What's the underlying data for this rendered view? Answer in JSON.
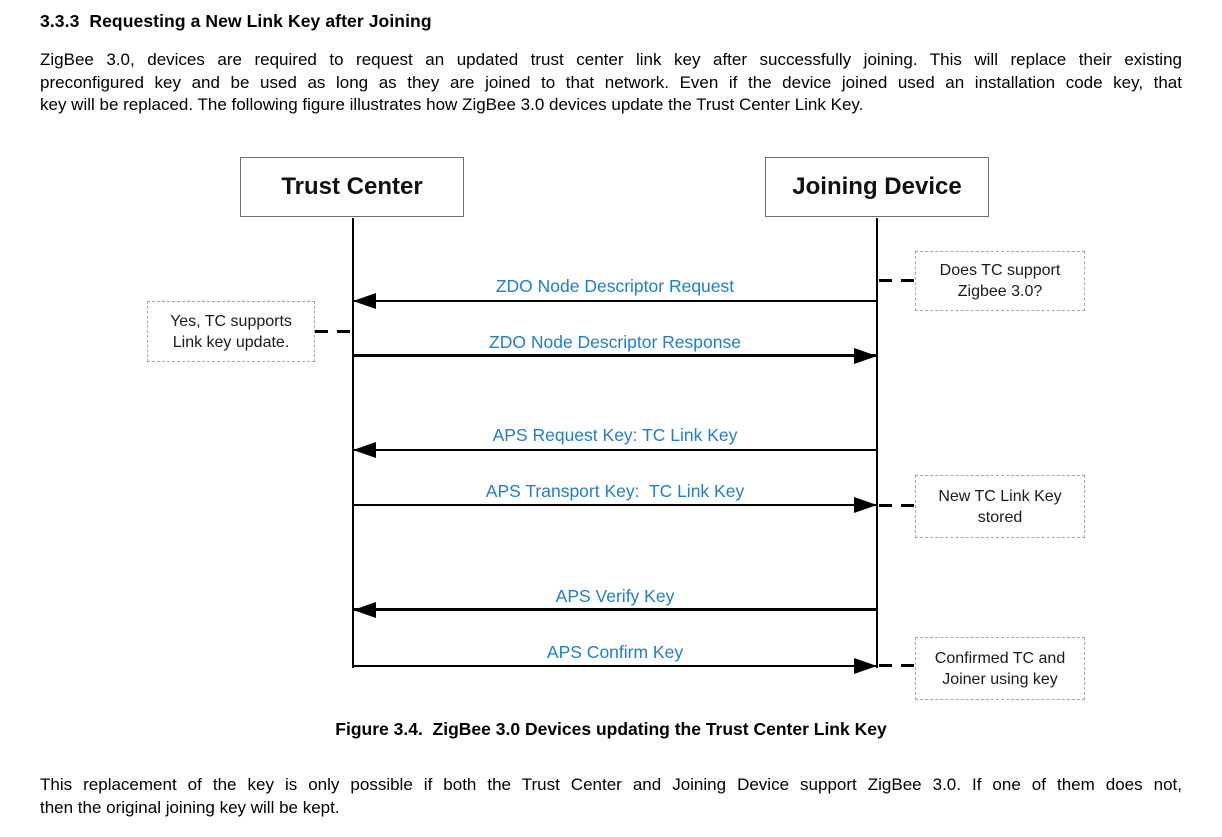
{
  "section": {
    "heading": "3.3.3  Requesting a New Link Key after Joining",
    "paragraph1_lines": [
      "ZigBee 3.0, devices are required to request an updated trust center link key after successfully joining. This will replace their existing",
      "preconfigured key and be used as long as they are joined to that network. Even if the device joined used an installation code key, that",
      "key will be replaced. The following figure illustrates how ZigBee 3.0 devices update the Trust Center Link Key."
    ],
    "paragraph2_lines": [
      "This replacement of the key is only possible if both the Trust Center and Joining Device support ZigBee 3.0. If one of them does not,",
      "then the original joining key will be kept."
    ]
  },
  "figure": {
    "caption": "Figure 3.4.  ZigBee 3.0 Devices updating the Trust Center Link Key"
  },
  "diagram": {
    "actors": [
      {
        "name": "Trust Center"
      },
      {
        "name": "Joining Device"
      }
    ],
    "messages": [
      {
        "label": "ZDO Node Descriptor Request",
        "direction": "to-trust-center"
      },
      {
        "label": "ZDO Node Descriptor Response",
        "direction": "to-joining-device"
      },
      {
        "label": "APS Request Key: TC Link Key",
        "direction": "to-trust-center"
      },
      {
        "label": "APS Transport Key:  TC Link Key",
        "direction": "to-joining-device"
      },
      {
        "label": "APS Verify Key",
        "direction": "to-trust-center"
      },
      {
        "label": "APS Confirm Key",
        "direction": "to-joining-device"
      }
    ],
    "notes": [
      {
        "side": "right",
        "line1": "Does TC support",
        "line2": "Zigbee 3.0?"
      },
      {
        "side": "left",
        "line1": "Yes, TC supports",
        "line2": "Link key update."
      },
      {
        "side": "right",
        "line1": "New TC Link Key",
        "line2": "stored"
      },
      {
        "side": "right",
        "line1": "Confirmed TC and",
        "line2": "Joiner using key"
      }
    ],
    "colors": {
      "message_label": "#1F7EC8",
      "line": "#000000",
      "note_border": "#A8A8A8"
    }
  }
}
